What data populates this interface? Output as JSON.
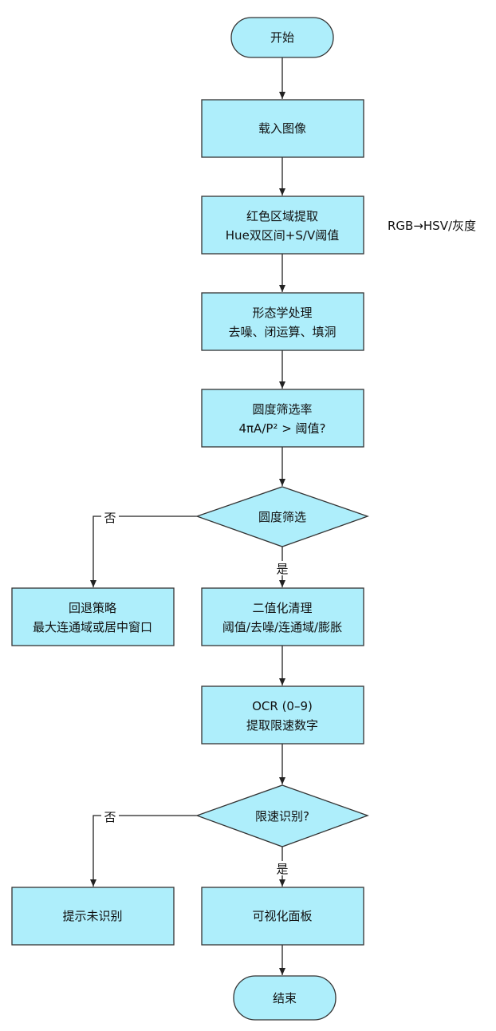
{
  "nodes": {
    "start": {
      "label": "开始"
    },
    "load": {
      "label": "载入图像"
    },
    "red": {
      "line1": "红色区域提取",
      "line2": "Hue双区间+S/V阈值"
    },
    "morph": {
      "line1": "形态学处理",
      "line2": "去噪、闭运算、填洞"
    },
    "circ": {
      "line1": "圆度筛选率",
      "line2": "4πA/P² > 阈值?"
    },
    "circ_decision": {
      "label": "圆度筛选"
    },
    "fallback": {
      "line1": "回退策略",
      "line2": "最大连通域或居中窗口"
    },
    "binar": {
      "line1": "二值化清理",
      "line2": "阈值/去噪/连通域/膨胀"
    },
    "ocr": {
      "line1": "OCR (0–9)",
      "line2": "提取限速数字"
    },
    "ocr_decision": {
      "label": "限速识别?"
    },
    "unrec": {
      "label": "提示未识别"
    },
    "viz": {
      "label": "可视化面板"
    },
    "end": {
      "label": "结束"
    }
  },
  "edge_labels": {
    "circ_no": "否",
    "circ_yes": "是",
    "ocr_no": "否",
    "ocr_yes": "是"
  },
  "notes": {
    "color_space": "RGB→HSV/灰度"
  },
  "colors": {
    "fill": "#aeeefb",
    "stroke": "#333333"
  }
}
